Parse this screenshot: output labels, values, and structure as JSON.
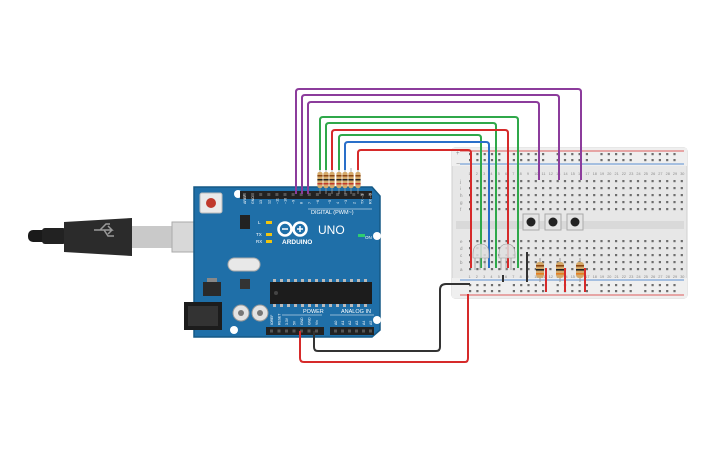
{
  "arduino": {
    "brand": "ARDUINO",
    "model": "UNO",
    "digital_header": "DIGITAL (PWM~)",
    "power_header": "POWER",
    "analog_header": "ANALOG IN",
    "on_label": "ON",
    "led_labels": {
      "l": "L",
      "tx": "TX",
      "rx": "RX"
    },
    "digital_pins": [
      "AREF",
      "GND",
      "13",
      "12",
      "~11",
      "~10",
      "~9",
      "8",
      "7",
      "~6",
      "~5",
      "4",
      "~3",
      "2",
      "TX→1",
      "RX←0"
    ],
    "power_pins": [
      "IOREF",
      "RESET",
      "3.3V",
      "5V",
      "GND",
      "GND",
      "Vin"
    ],
    "analog_pins": [
      "A0",
      "A1",
      "A2",
      "A3",
      "A4",
      "A5"
    ]
  },
  "breadboard": {
    "row_letters_top": [
      "j",
      "i",
      "h",
      "g",
      "f"
    ],
    "row_letters_bottom": [
      "e",
      "d",
      "c",
      "b",
      "a"
    ],
    "column_numbers": [
      "1",
      "2",
      "3",
      "4",
      "5",
      "6",
      "7",
      "8",
      "9",
      "10",
      "11",
      "12",
      "13",
      "14",
      "15",
      "16",
      "17",
      "18",
      "19",
      "20",
      "21",
      "22",
      "23",
      "24",
      "25",
      "26",
      "27",
      "28",
      "29",
      "30"
    ],
    "rail_plus": "+",
    "rail_minus": "−"
  },
  "colors": {
    "board_blue": "#1f6fa8",
    "wire_purple": "#8c3c9c",
    "wire_green": "#2fa84a",
    "wire_red": "#d62a2a",
    "wire_blue": "#2a6fc9",
    "wire_black": "#333333"
  }
}
